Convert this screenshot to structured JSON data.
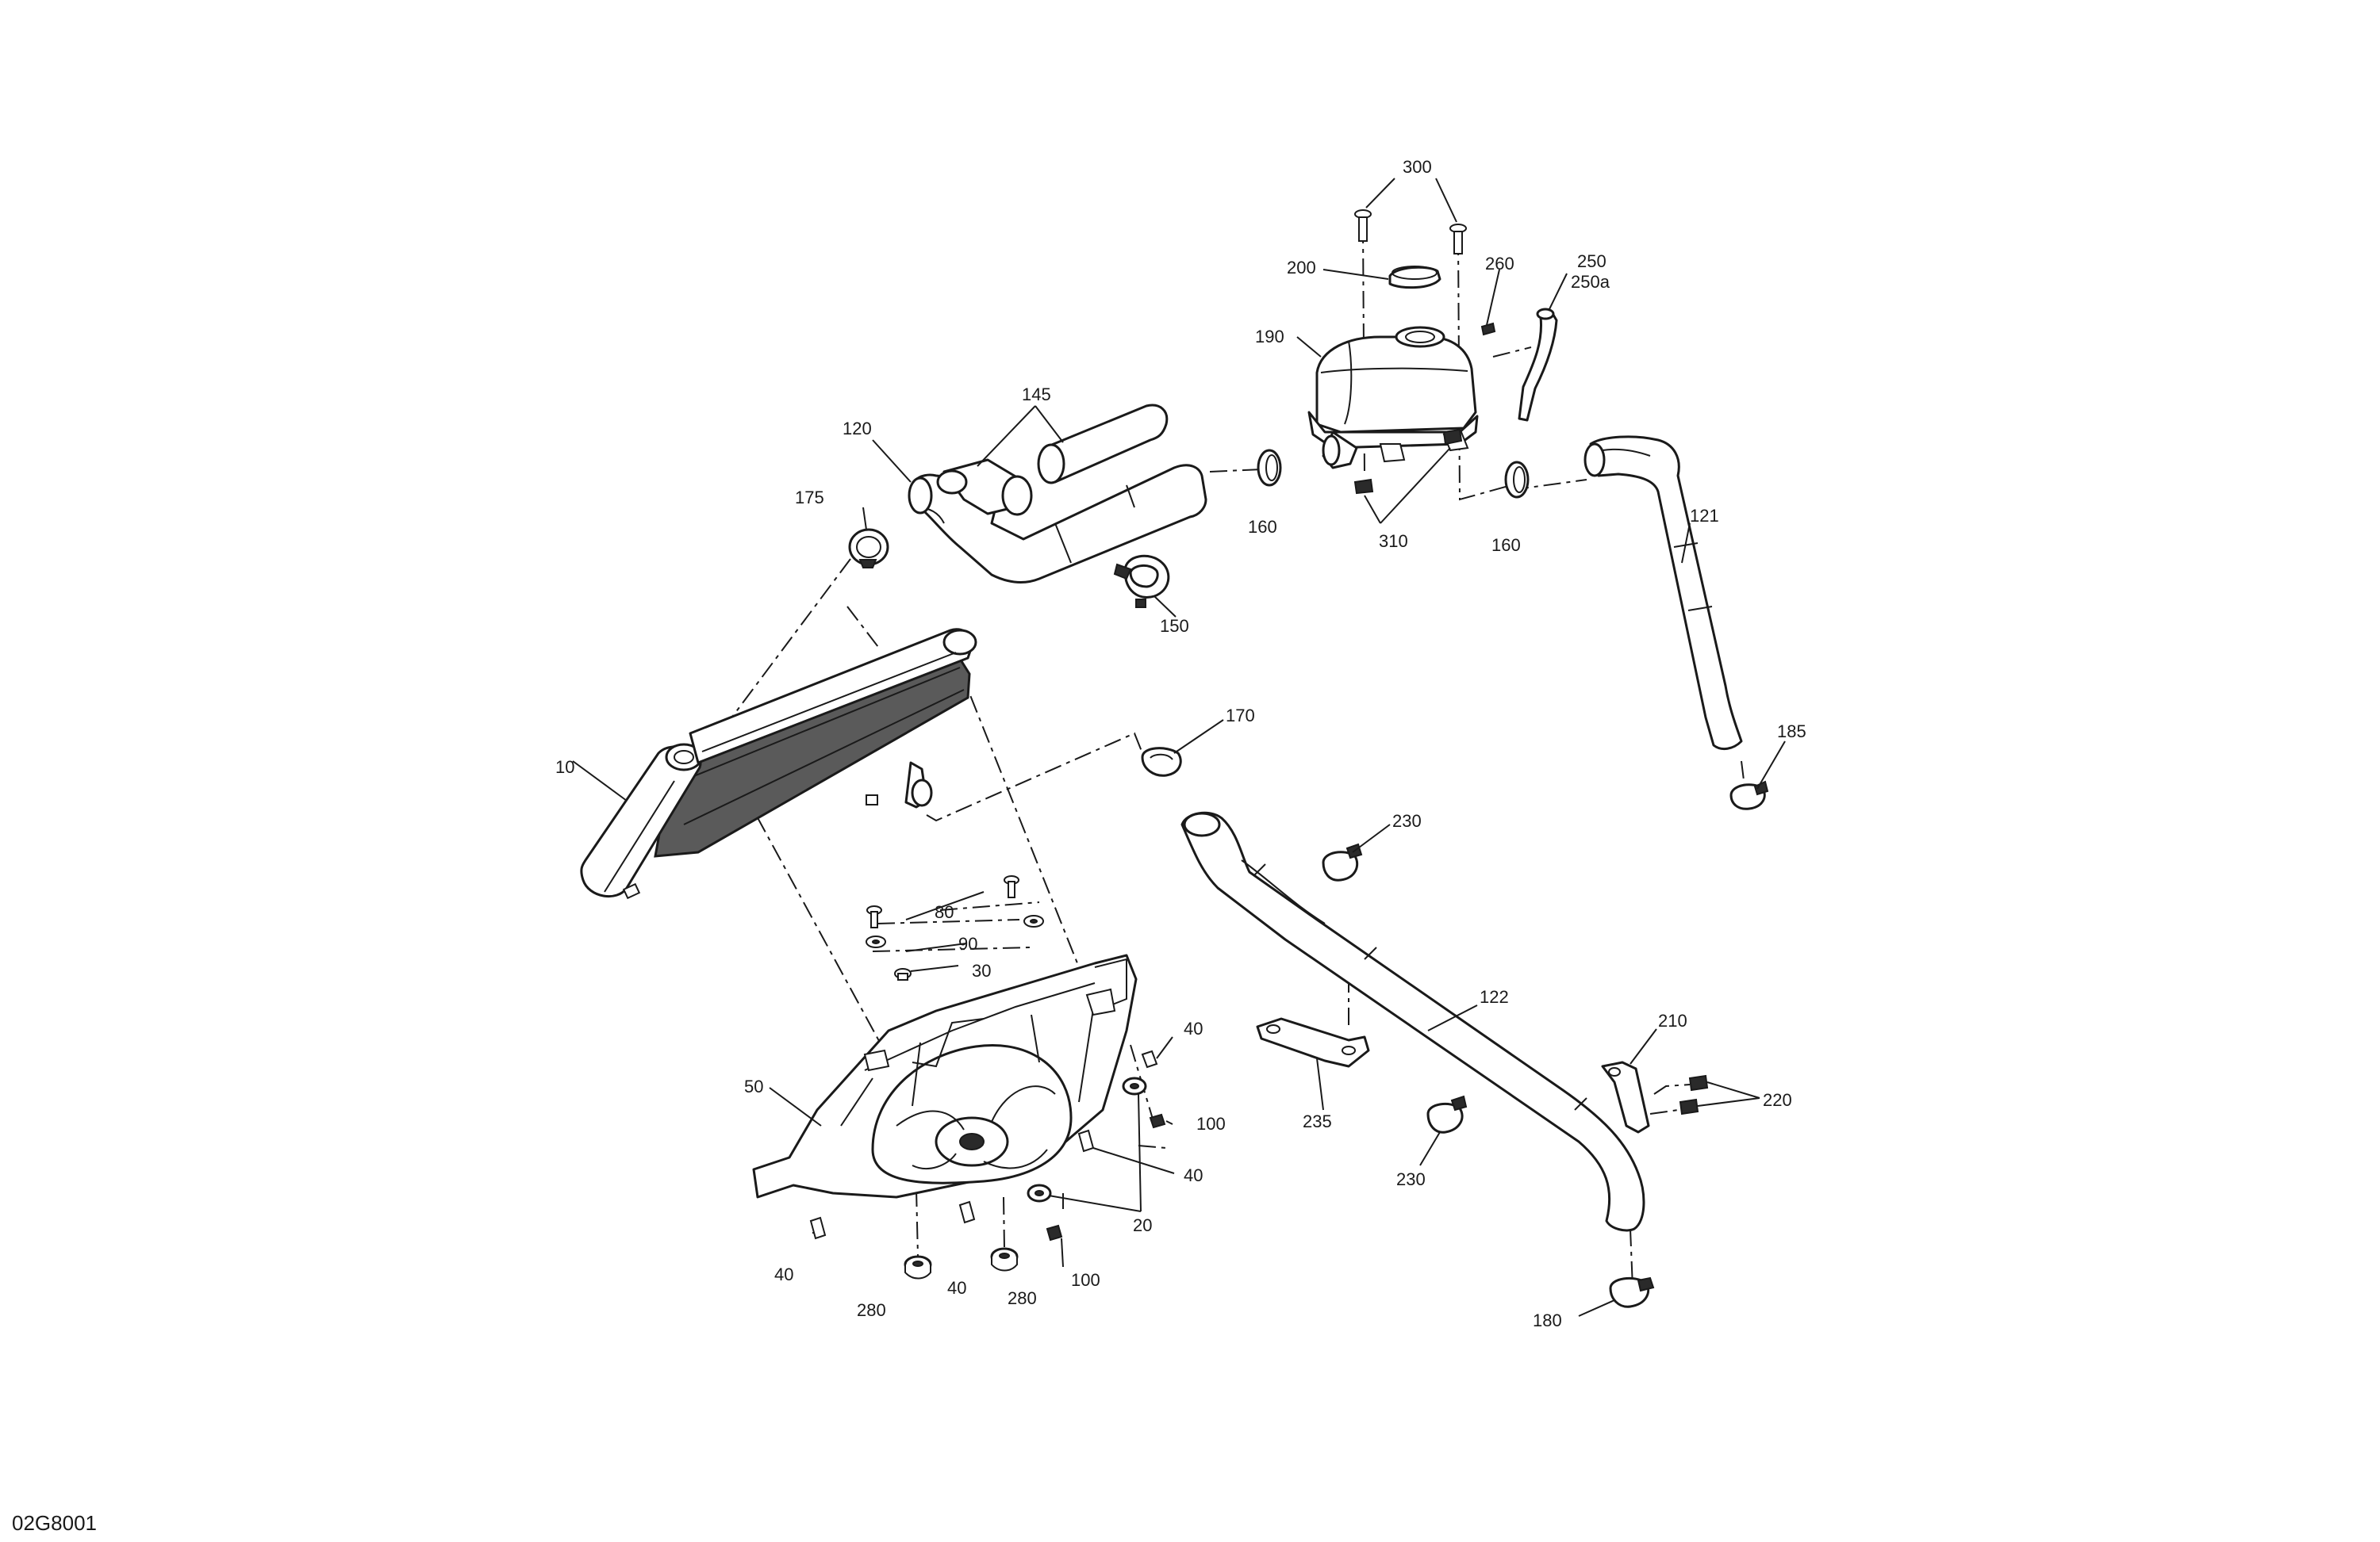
{
  "diagram_code": "02G8001",
  "callouts": {
    "c10": "10",
    "c20": "20",
    "c30": "30",
    "c40a": "40",
    "c40b": "40",
    "c40c": "40",
    "c40d": "40",
    "c50": "50",
    "c80": "80",
    "c90": "90",
    "c100a": "100",
    "c100b": "100",
    "c120": "120",
    "c121": "121",
    "c122": "122",
    "c145": "145",
    "c150": "150",
    "c160a": "160",
    "c160b": "160",
    "c170": "170",
    "c175": "175",
    "c180": "180",
    "c185": "185",
    "c190": "190",
    "c200": "200",
    "c210": "210",
    "c220": "220",
    "c230a": "230",
    "c230b": "230",
    "c235": "235",
    "c250": "250",
    "c250a": "250a",
    "c260": "260",
    "c280a": "280",
    "c280b": "280",
    "c300": "300",
    "c310": "310"
  }
}
